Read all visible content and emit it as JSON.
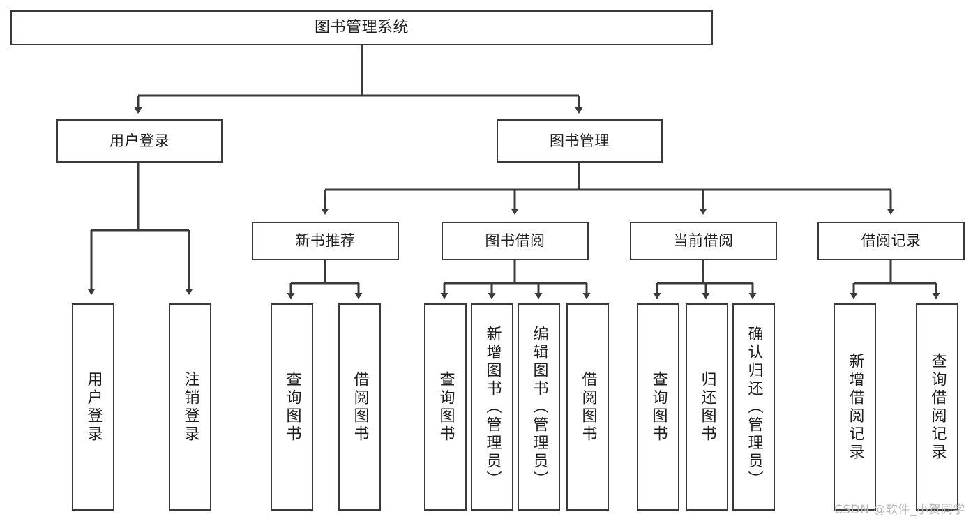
{
  "diagram": {
    "title": "图书管理系统",
    "type": "hierarchy-tree",
    "orientation": "top-down",
    "colors": {
      "box_border": "#3a3a3a",
      "box_fill": "#ffffff",
      "connector": "#3a3a3a",
      "text": "#1c1c1c",
      "watermark": "#b9b9b9",
      "background": "#ffffff"
    },
    "levels": {
      "level1": [
        {
          "id": "root",
          "label": "图书管理系统",
          "orientation": "horizontal"
        }
      ],
      "level2": [
        {
          "id": "user-login",
          "label": "用户登录",
          "orientation": "horizontal",
          "parent": "root"
        },
        {
          "id": "book-manage",
          "label": "图书管理",
          "orientation": "horizontal",
          "parent": "root"
        }
      ],
      "level3": [
        {
          "id": "new-book-rec",
          "label": "新书推荐",
          "orientation": "horizontal",
          "parent": "book-manage"
        },
        {
          "id": "book-borrow",
          "label": "图书借阅",
          "orientation": "horizontal",
          "parent": "book-manage"
        },
        {
          "id": "current-borrow",
          "label": "当前借阅",
          "orientation": "horizontal",
          "parent": "book-manage"
        },
        {
          "id": "borrow-record",
          "label": "借阅记录",
          "orientation": "horizontal",
          "parent": "book-manage"
        }
      ],
      "level4": [
        {
          "id": "leaf-user-login",
          "label": "用户登录",
          "orientation": "vertical",
          "parent": "user-login"
        },
        {
          "id": "leaf-user-logout",
          "label": "注销登录",
          "orientation": "vertical",
          "parent": "user-login"
        },
        {
          "id": "leaf-query-book-1",
          "label": "查询图书",
          "orientation": "vertical",
          "parent": "new-book-rec"
        },
        {
          "id": "leaf-borrow-book-1",
          "label": "借阅图书",
          "orientation": "vertical",
          "parent": "new-book-rec"
        },
        {
          "id": "leaf-query-book-2",
          "label": "查询图书",
          "orientation": "vertical",
          "parent": "book-borrow"
        },
        {
          "id": "leaf-add-book",
          "label": "新增图书（管理员）",
          "orientation": "vertical",
          "parent": "book-borrow"
        },
        {
          "id": "leaf-edit-book",
          "label": "编辑图书（管理员）",
          "orientation": "vertical",
          "parent": "book-borrow"
        },
        {
          "id": "leaf-borrow-book-2",
          "label": "借阅图书",
          "orientation": "vertical",
          "parent": "book-borrow"
        },
        {
          "id": "leaf-query-book-3",
          "label": "查询图书",
          "orientation": "vertical",
          "parent": "current-borrow"
        },
        {
          "id": "leaf-return-book",
          "label": "归还图书",
          "orientation": "vertical",
          "parent": "current-borrow"
        },
        {
          "id": "leaf-confirm-return",
          "label": "确认归还（管理员）",
          "orientation": "vertical",
          "parent": "current-borrow"
        },
        {
          "id": "leaf-add-record",
          "label": "新增借阅记录",
          "orientation": "vertical",
          "parent": "borrow-record"
        },
        {
          "id": "leaf-query-record",
          "label": "查询借阅记录",
          "orientation": "vertical",
          "parent": "borrow-record"
        }
      ]
    },
    "watermark": "CSDN @软件_小贺同学"
  }
}
